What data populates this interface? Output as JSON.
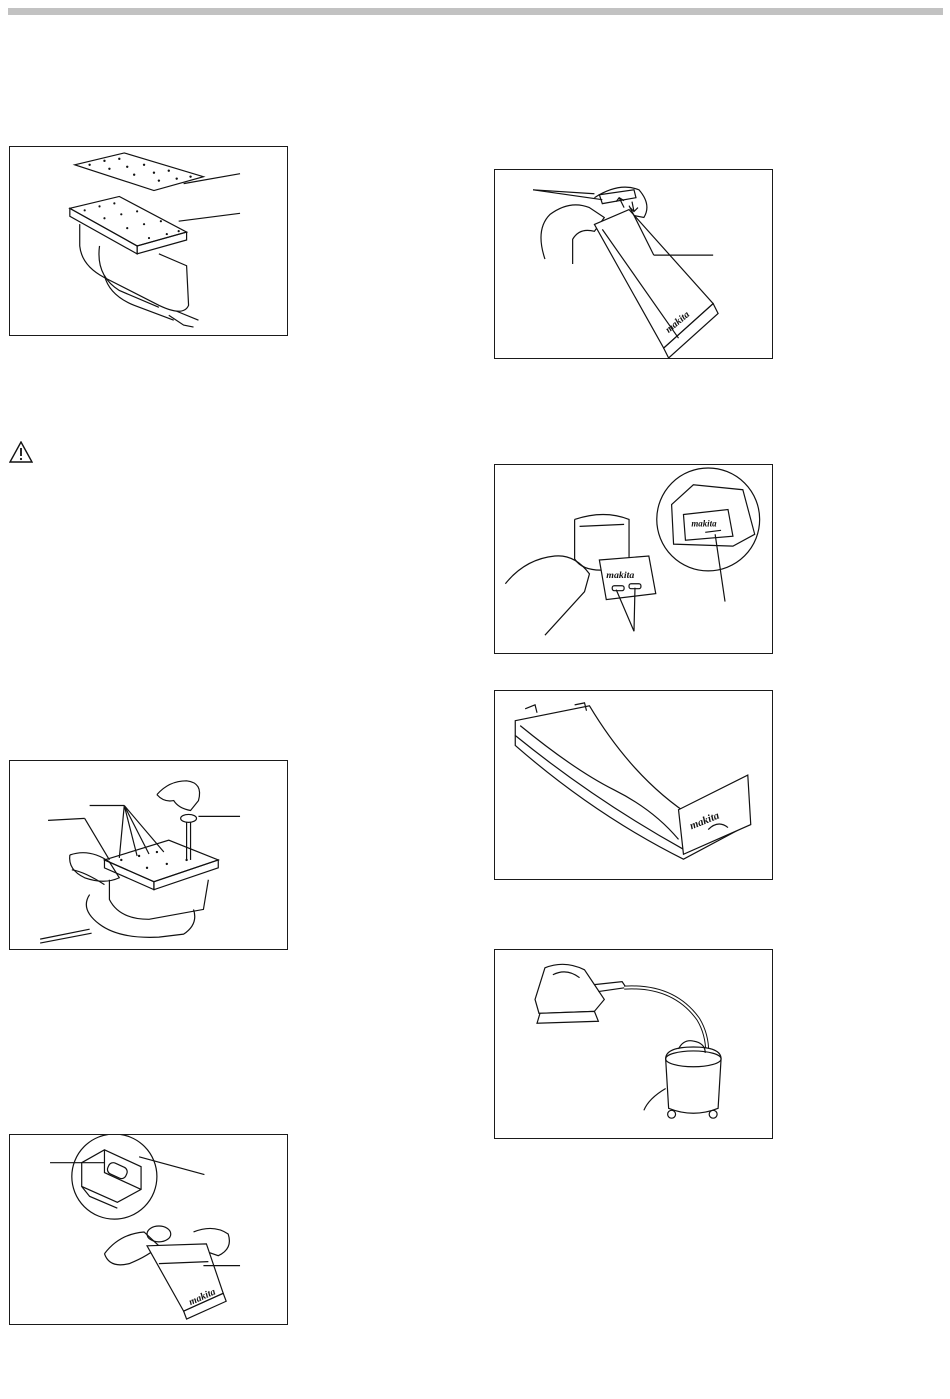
{
  "page": {
    "header_rule_color": "#c2c2c2",
    "warning_icon": "warning-triangle-icon",
    "brand_logo_text": "makita"
  },
  "figures": [
    {
      "id": "fig-pad-and-sheet",
      "subject": "perforated abrasive sheet placed over sander pad",
      "callouts": 2
    },
    {
      "id": "fig-punch-plate",
      "subject": "hand pressing punch plate to make holes in sheet",
      "callouts": 3
    },
    {
      "id": "fig-dust-bag-install",
      "subject": "hands fitting dust bag onto dust nozzle",
      "callouts": 2
    },
    {
      "id": "fig-dust-bag-open",
      "subject": "hands opening the dust bag clip fastener",
      "callouts": 2
    },
    {
      "id": "fig-dust-bag-clip",
      "subject": "removing the bag clip, detail inset",
      "callouts": 2
    },
    {
      "id": "fig-dust-bag-empty",
      "subject": "emptied dust bag lying open",
      "callouts": 0
    },
    {
      "id": "fig-vacuum-connection",
      "subject": "sander connected to vacuum cleaner with hose",
      "callouts": 0
    }
  ]
}
